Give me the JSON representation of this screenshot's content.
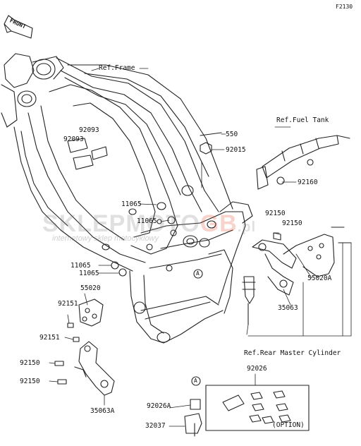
{
  "diagram_code": "F2130",
  "front_badge": "FRONT",
  "watermark": {
    "brand_a": "SKLEP",
    "brand_b": "MOTO",
    "brand_c": "GB",
    "brand_d": ".pl",
    "tagline": "internetowy sklep motocyklowy"
  },
  "refs": {
    "frame": "Ref.Frame",
    "fuel_tank": "Ref.Fuel Tank",
    "rear_master": "Ref.Rear Master Cylinder"
  },
  "parts": {
    "p550": "550",
    "p92015": "92015",
    "p92093_a": "92093",
    "p92093_b": "92093",
    "p92160": "92160",
    "p11065_a": "11065",
    "p11065_b": "11065",
    "p11065_c": "11065",
    "p11065_d": "11065",
    "p92150_a": "92150",
    "p92150_b": "92150",
    "p55020A": "55020A",
    "p35063": "35063",
    "p55020": "55020",
    "p92151_a": "92151",
    "p92151_b": "92151",
    "p92150_c": "92150",
    "p92150_d": "92150",
    "p35063A": "35063A",
    "p92026": "92026",
    "p92026A": "92026A",
    "p32037": "32037",
    "option": "(OPTION)"
  },
  "callout_a": "A"
}
